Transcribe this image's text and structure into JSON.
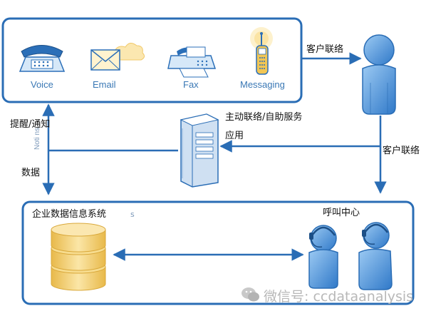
{
  "channels": {
    "voice": "Voice",
    "email": "Email",
    "fax": "Fax",
    "messaging": "Messaging"
  },
  "flows": {
    "customer_contact_top": "客户联络",
    "customer_contact_right": "客户联络",
    "proactive_line1": "主动联络/自助服务",
    "proactive_line2": "应用",
    "reminder": "提醒/通知",
    "data": "数据",
    "vertical_partial": "Noti  ns"
  },
  "enterprise": {
    "title": "企业数据信息系统",
    "partial_suffix": "s"
  },
  "call_center": {
    "title": "呼叫中心"
  },
  "watermark": {
    "text": "微信号: ccdataanalysis"
  },
  "colors": {
    "stroke": "#2a6db5",
    "arrow": "#2a6db5",
    "person_fill": "#5b9ee0",
    "database_fill": "#f3d27a",
    "server_fill": "#e9f0f8"
  }
}
